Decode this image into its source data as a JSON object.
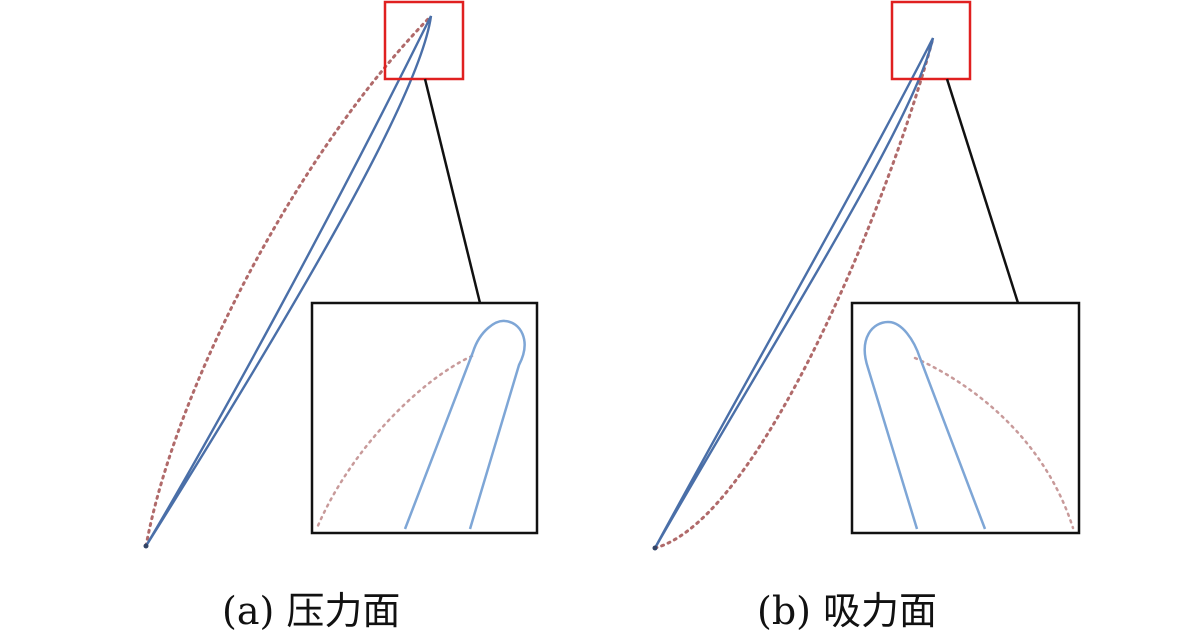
{
  "figure": {
    "panels": [
      {
        "id": "a",
        "caption": "(a) 压力面"
      },
      {
        "id": "b",
        "caption": "(b) 吸力面"
      }
    ]
  },
  "colors": {
    "blade": "#4a6fa8",
    "blade_zoom": "#7ea6d6",
    "dotted": "#b06a6a",
    "highlight_box": "#e02020",
    "zoom_box": "#111111"
  }
}
